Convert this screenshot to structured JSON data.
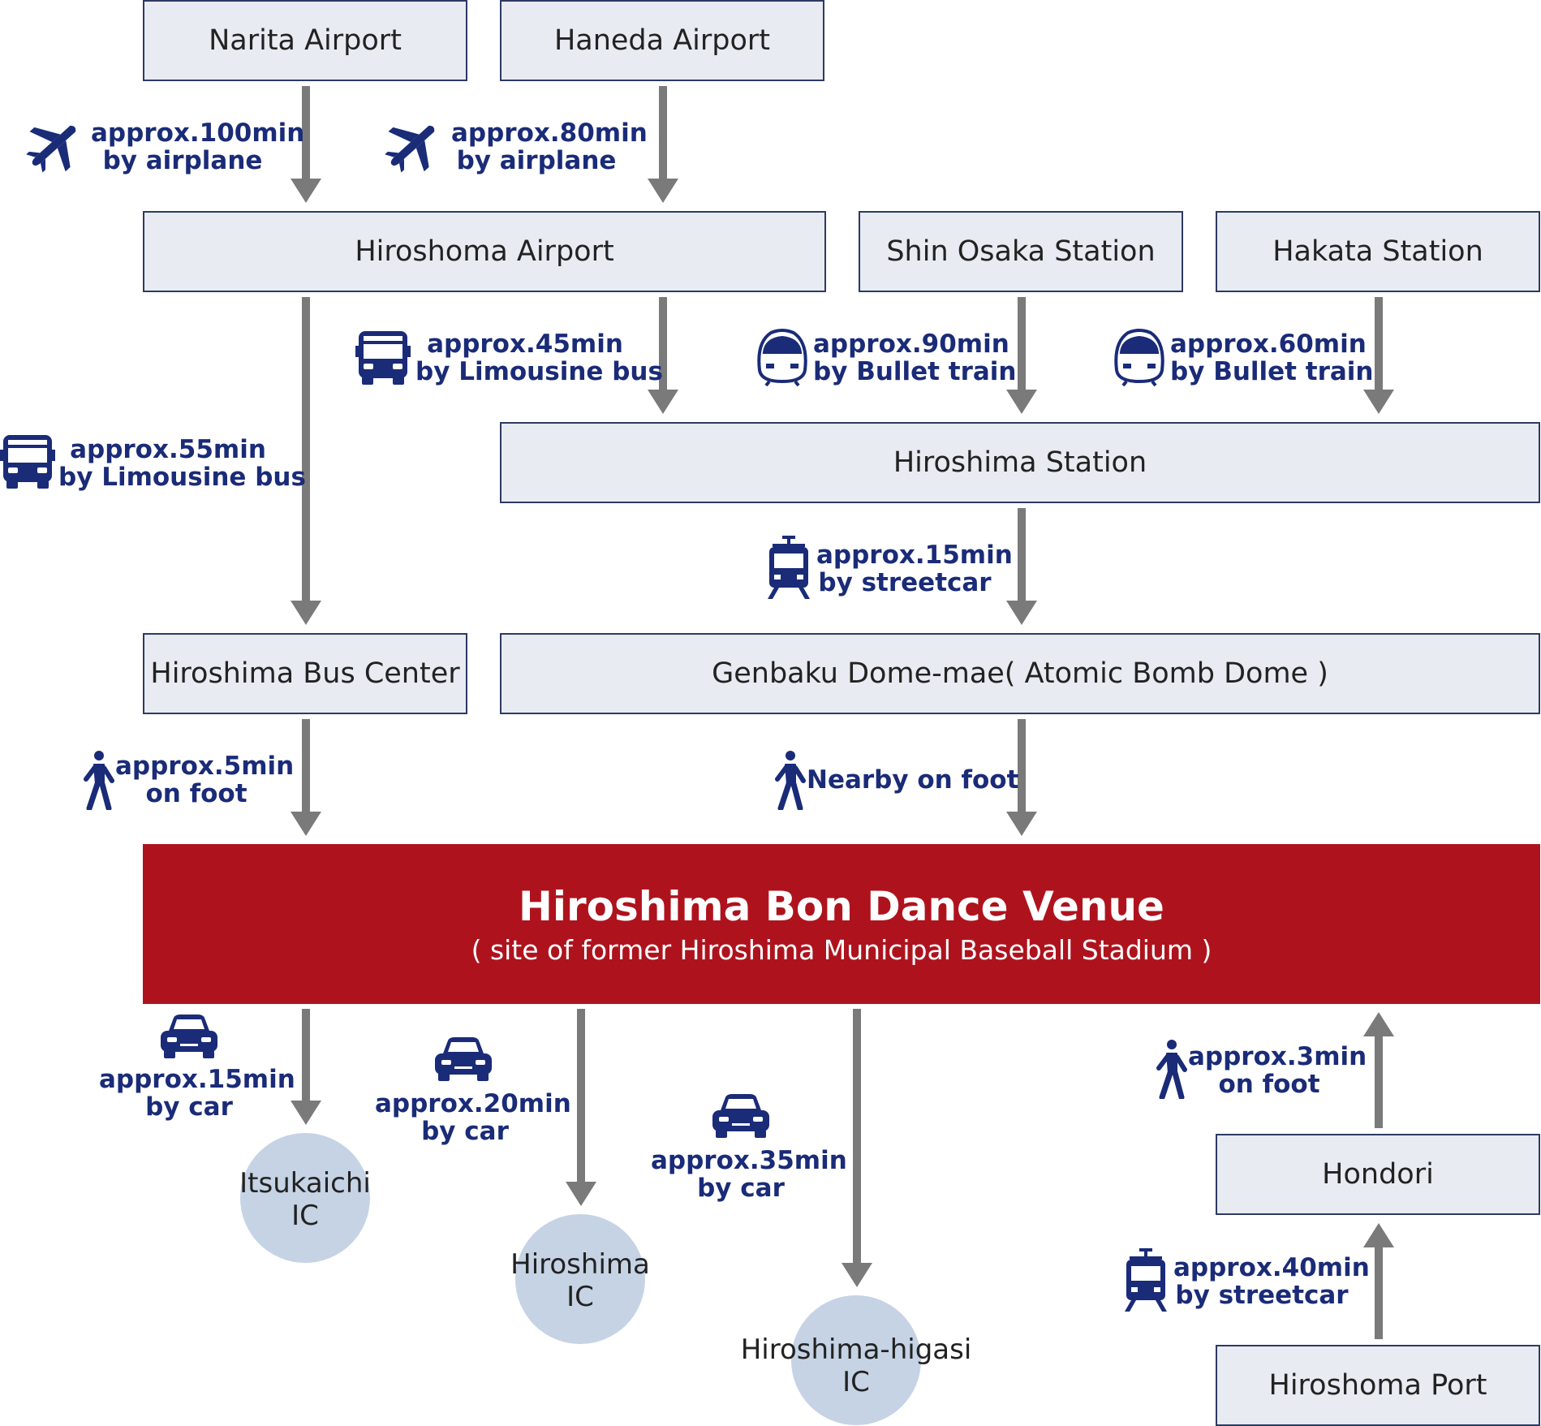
{
  "boxes": {
    "narita": "Narita Airport",
    "haneda": "Haneda Airport",
    "hiroshima_airport": "Hiroshoma Airport",
    "shin_osaka": "Shin Osaka Station",
    "hakata": "Hakata Station",
    "hiroshima_station": "Hiroshima Station",
    "bus_center": "Hiroshima Bus Center",
    "genbaku": "Genbaku Dome-mae( Atomic Bomb Dome )",
    "hondori": "Hondori",
    "port": "Hiroshoma Port"
  },
  "venue": {
    "title": "Hiroshima Bon Dance Venue",
    "subtitle": "( site of former Hiroshima Municipal Baseball Stadium )"
  },
  "ics": {
    "itsukaichi": [
      "Itsukaichi",
      "IC"
    ],
    "hiroshima": [
      "Hiroshima",
      "IC"
    ],
    "higasi": [
      "Hiroshima-higasi",
      "IC"
    ]
  },
  "routes": {
    "narita_plane": [
      "approx.100min",
      "by airplane"
    ],
    "haneda_plane": [
      "approx.80min",
      "by airplane"
    ],
    "airport_bus_station": [
      "approx.45min",
      "by Limousine bus"
    ],
    "osaka_train": [
      "approx.90min",
      "by Bullet train"
    ],
    "hakata_train": [
      "approx.60min",
      "by Bullet train"
    ],
    "airport_bus_center": [
      "approx.55min",
      "by Limousine bus"
    ],
    "station_streetcar": [
      "approx.15min",
      "by streetcar"
    ],
    "bus_center_foot": [
      "approx.5min",
      "on foot"
    ],
    "genbaku_foot": "Nearby on foot",
    "car_itsukaichi": [
      "approx.15min",
      "by car"
    ],
    "car_hiroshima": [
      "approx.20min",
      "by car"
    ],
    "car_higasi": [
      "approx.35min",
      "by car"
    ],
    "hondori_foot": [
      "approx.3min",
      "on foot"
    ],
    "port_streetcar": [
      "approx.40min",
      "by streetcar"
    ]
  },
  "colors": {
    "box_fill": "#e8ebf2",
    "box_border": "#2e3a63",
    "venue": "#ae131d",
    "ic_circle": "#c5d3e5",
    "arrow": "#7a7a7a",
    "label_text": "#1a2b78"
  },
  "icons": [
    "airplane-icon",
    "bus-icon",
    "bullet-train-icon",
    "streetcar-icon",
    "walking-person-icon",
    "car-icon"
  ]
}
